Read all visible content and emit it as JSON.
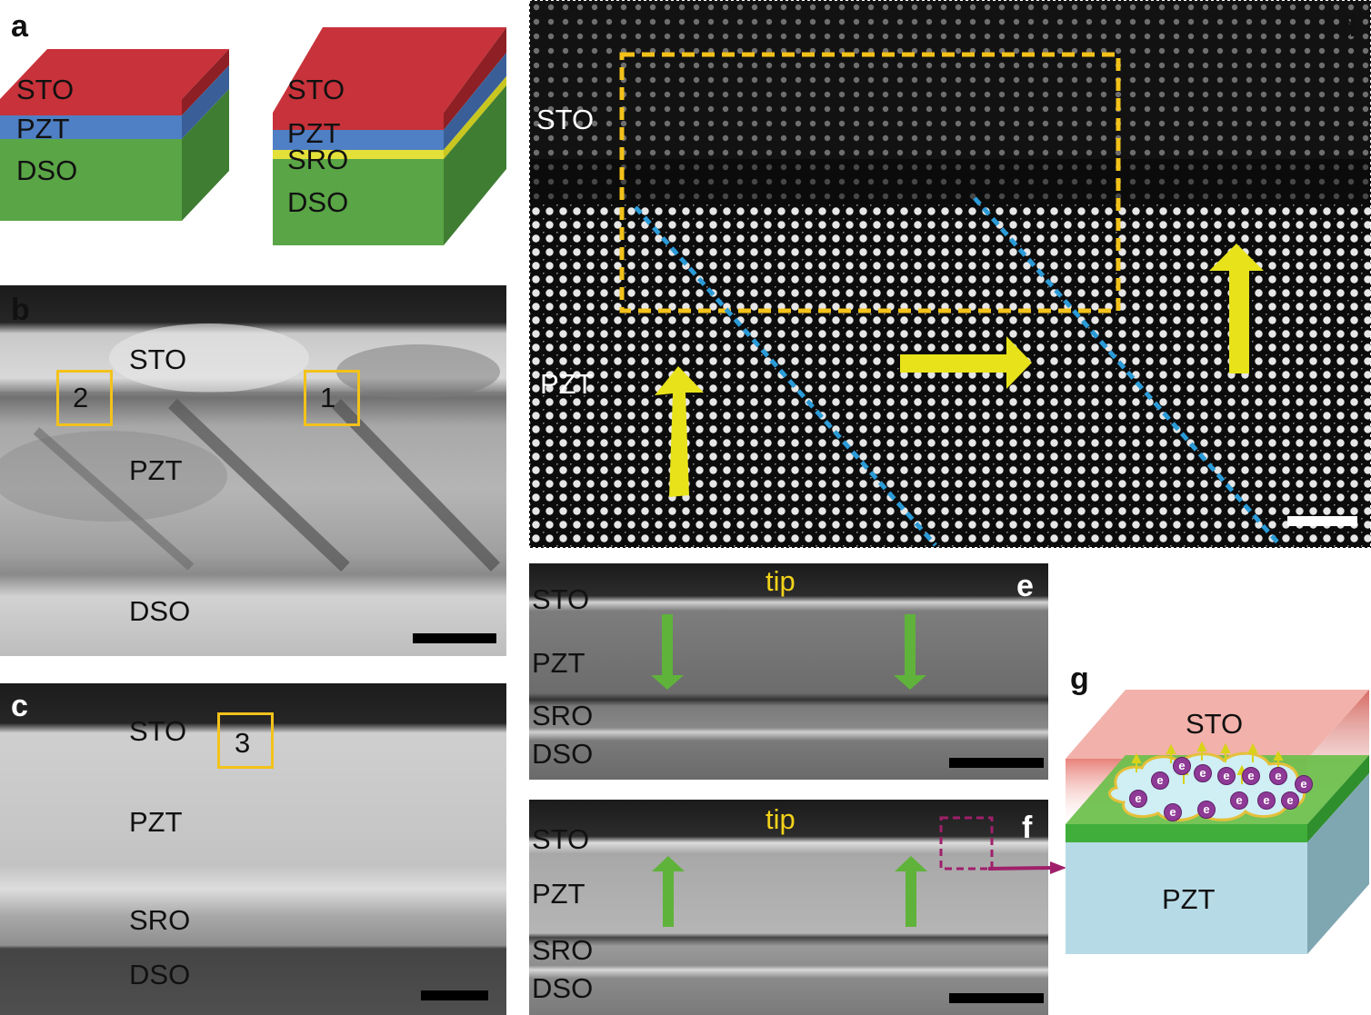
{
  "panels": {
    "a": {
      "label": "a",
      "left_stack": [
        "STO",
        "PZT",
        "DSO"
      ],
      "right_stack": [
        "STO",
        "PZT",
        "SRO",
        "DSO"
      ]
    },
    "b": {
      "label": "b",
      "layers": [
        "STO",
        "PZT",
        "DSO"
      ],
      "boxes": [
        "2",
        "1"
      ]
    },
    "c": {
      "label": "c",
      "layers": [
        "STO",
        "PZT",
        "SRO",
        "DSO"
      ],
      "boxes": [
        "3"
      ]
    },
    "d": {
      "label": "d",
      "layers": [
        "STO",
        "PZT"
      ]
    },
    "e": {
      "label": "e",
      "tip": "tip",
      "layers": [
        "STO",
        "PZT",
        "SRO",
        "DSO"
      ]
    },
    "f": {
      "label": "f",
      "tip": "tip",
      "layers": [
        "STO",
        "PZT",
        "SRO",
        "DSO"
      ]
    },
    "g": {
      "label": "g",
      "top_layer": "STO",
      "bottom_layer": "PZT",
      "electron_symbol": "e"
    }
  },
  "colors": {
    "sto": "#c8323a",
    "pzt": "#4f7fc4",
    "dso": "#5aa546",
    "sro": "#e3e03a",
    "box_yellow": "#f3c21a",
    "arrow_yellow": "#e8e21a",
    "domain_blue": "#2b9bd8",
    "arrow_green": "#5fb33a",
    "magenta": "#a01f6a",
    "electron": "#8e3a96"
  }
}
